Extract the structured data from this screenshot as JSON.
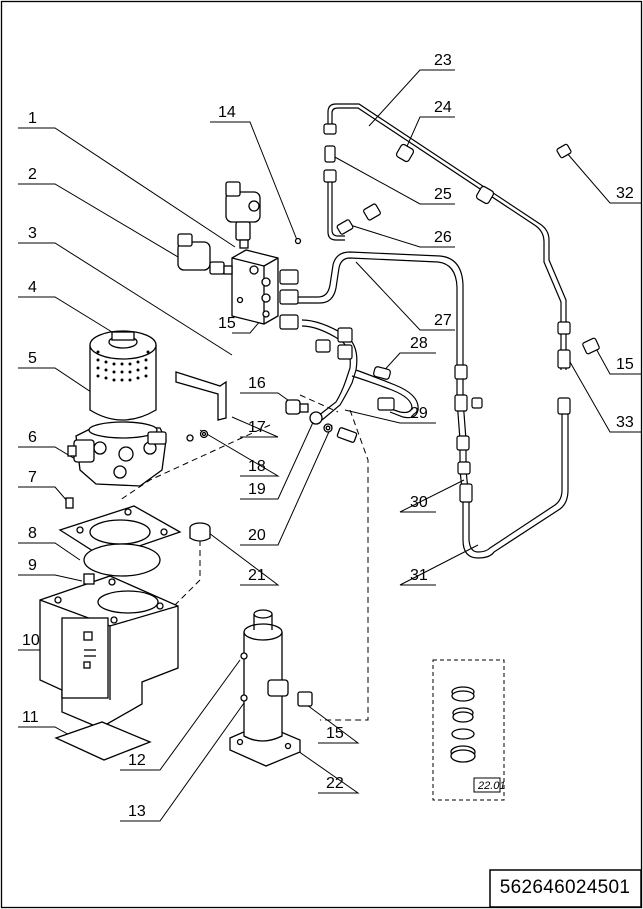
{
  "drawing": {
    "part_number": "562646024501",
    "callouts": [
      "1",
      "2",
      "3",
      "4",
      "5",
      "6",
      "7",
      "8",
      "9",
      "10",
      "11",
      "12",
      "13",
      "14",
      "15",
      "16",
      "17",
      "18",
      "19",
      "20",
      "21",
      "22",
      "23",
      "24",
      "25",
      "26",
      "27",
      "28",
      "29",
      "30",
      "31",
      "32",
      "33"
    ],
    "inset_reference": "22.01"
  }
}
